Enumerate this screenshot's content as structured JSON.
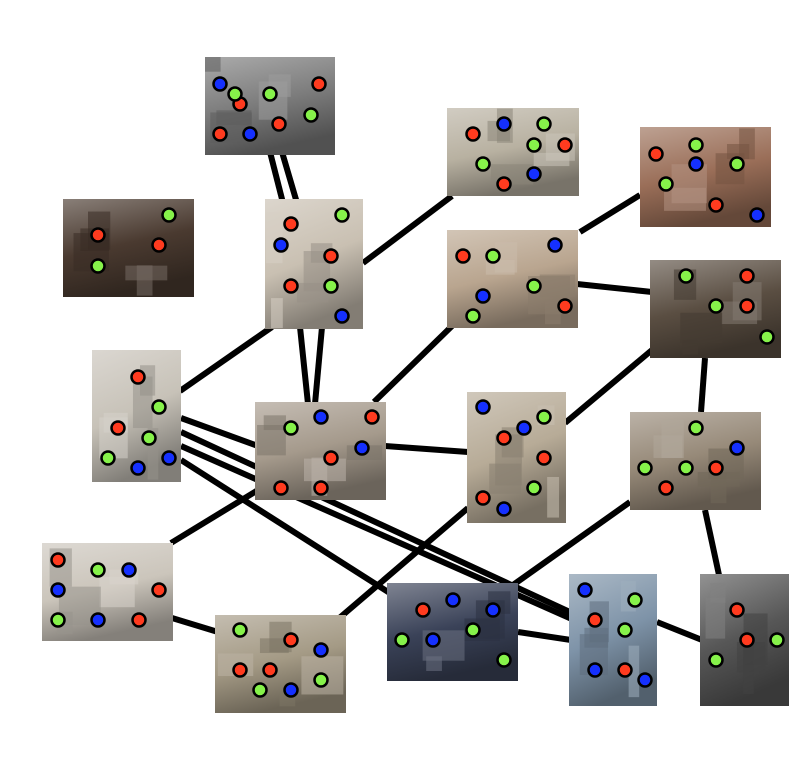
{
  "colors": {
    "background": "#ffffff",
    "edge": "#000000",
    "dot_red": "#ff3b1f",
    "dot_green": "#86f24a",
    "dot_blue": "#1530ff",
    "dot_outline": "#000000"
  },
  "nodes": [
    {
      "id": "night-fountain-grey",
      "tone": "#7c7c7c",
      "dots": [
        "blue",
        "green",
        "red",
        "red",
        "green",
        "red",
        "blue",
        "red",
        "green"
      ]
    },
    {
      "id": "fountain-cascade",
      "tone": "#b8b1a1",
      "dots": [
        "red",
        "blue",
        "green",
        "green",
        "red",
        "green",
        "red",
        "blue"
      ]
    },
    {
      "id": "street-tourists",
      "tone": "#9a6e58",
      "dots": [
        "red",
        "green",
        "blue",
        "green",
        "green",
        "red",
        "blue"
      ]
    },
    {
      "id": "brick-ruins",
      "tone": "#4a3a30",
      "dots": [
        "green",
        "red",
        "red",
        "green"
      ]
    },
    {
      "id": "statue-closeup",
      "tone": "#c9c0b2",
      "dots": [
        "red",
        "green",
        "blue",
        "red",
        "red",
        "green",
        "blue"
      ]
    },
    {
      "id": "piazza-street",
      "tone": "#b9a58f",
      "dots": [
        "blue",
        "red",
        "green",
        "blue",
        "green",
        "red",
        "green"
      ]
    },
    {
      "id": "facade-dusk",
      "tone": "#5a4e42",
      "dots": [
        "green",
        "red",
        "green",
        "red",
        "green"
      ]
    },
    {
      "id": "statue-niche",
      "tone": "#c7c2b8",
      "dots": [
        "red",
        "green",
        "red",
        "green",
        "green",
        "blue",
        "blue"
      ]
    },
    {
      "id": "tourist-woman",
      "tone": "#a59a8c",
      "dots": [
        "blue",
        "red",
        "green",
        "blue",
        "red",
        "red",
        "red"
      ]
    },
    {
      "id": "triton-detail",
      "tone": "#b7ab97",
      "dots": [
        "blue",
        "green",
        "blue",
        "red",
        "red",
        "green",
        "red",
        "blue"
      ]
    },
    {
      "id": "palazzo-top",
      "tone": "#968978",
      "dots": [
        "green",
        "blue",
        "green",
        "green",
        "red",
        "red"
      ]
    },
    {
      "id": "facade-daylight",
      "tone": "#cbc5bb",
      "dots": [
        "red",
        "green",
        "blue",
        "blue",
        "red",
        "green",
        "blue",
        "red"
      ]
    },
    {
      "id": "fountain-wide",
      "tone": "#a49a85",
      "dots": [
        "green",
        "red",
        "blue",
        "red",
        "red",
        "green",
        "green",
        "blue"
      ]
    },
    {
      "id": "fountain-night-blue",
      "tone": "#3a4258",
      "dots": [
        "red",
        "blue",
        "blue",
        "green",
        "blue",
        "green",
        "green"
      ]
    },
    {
      "id": "fountain-sky",
      "tone": "#7e93a8",
      "dots": [
        "blue",
        "green",
        "red",
        "green",
        "blue",
        "red",
        "blue"
      ]
    },
    {
      "id": "bw-closeup",
      "tone": "#575757",
      "dots": [
        "red",
        "green",
        "red",
        "green"
      ]
    }
  ],
  "edges": [
    [
      "night-fountain-grey",
      "statue-closeup"
    ],
    [
      "night-fountain-grey",
      "statue-closeup"
    ],
    [
      "statue-closeup",
      "fountain-cascade"
    ],
    [
      "statue-closeup",
      "statue-niche"
    ],
    [
      "statue-closeup",
      "tourist-woman"
    ],
    [
      "statue-closeup",
      "tourist-woman"
    ],
    [
      "street-tourists",
      "piazza-street"
    ],
    [
      "piazza-street",
      "facade-dusk"
    ],
    [
      "piazza-street",
      "tourist-woman"
    ],
    [
      "statue-niche",
      "tourist-woman"
    ],
    [
      "statue-niche",
      "fountain-sky"
    ],
    [
      "statue-niche",
      "fountain-sky"
    ],
    [
      "statue-niche",
      "fountain-night-blue"
    ],
    [
      "tourist-woman",
      "triton-detail"
    ],
    [
      "tourist-woman",
      "facade-daylight"
    ],
    [
      "triton-detail",
      "fountain-wide"
    ],
    [
      "facade-dusk",
      "fountain-night-blue"
    ],
    [
      "facade-dusk",
      "palazzo-top"
    ],
    [
      "palazzo-top",
      "fountain-sky"
    ],
    [
      "palazzo-top",
      "bw-closeup"
    ],
    [
      "fountain-night-blue",
      "fountain-sky"
    ],
    [
      "facade-daylight",
      "fountain-wide"
    ],
    [
      "fountain-sky",
      "bw-closeup"
    ]
  ]
}
